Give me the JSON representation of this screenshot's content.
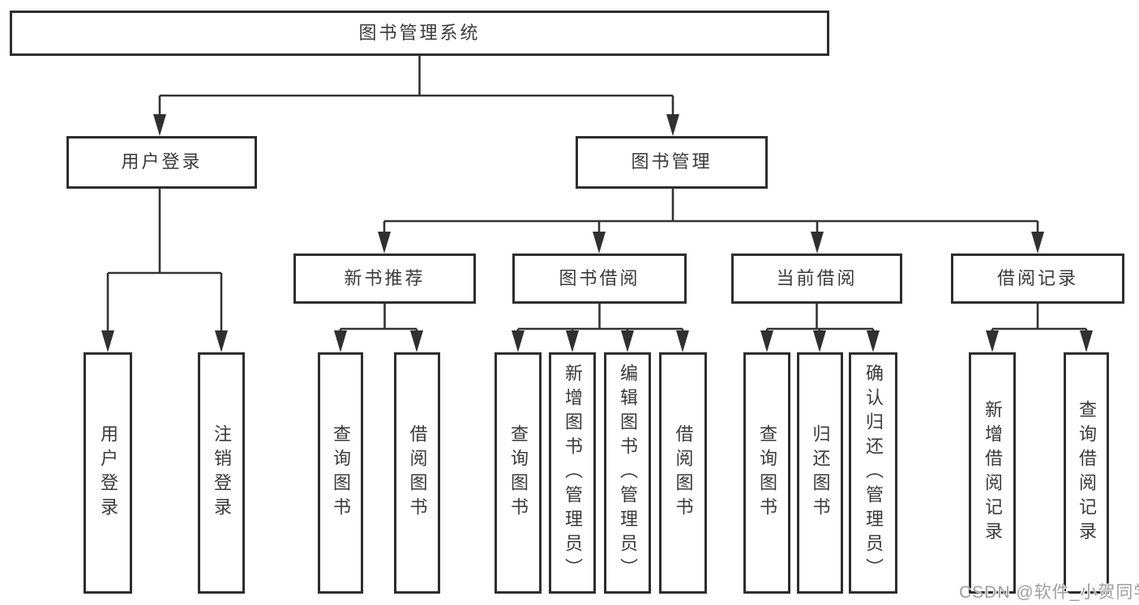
{
  "tree": {
    "root": {
      "label": "图书管理系统"
    },
    "branches": [
      {
        "label": "用户登录",
        "leaves": [
          "用户登录",
          "注销登录"
        ]
      },
      {
        "label": "图书管理",
        "children": [
          {
            "label": "新书推荐",
            "leaves": [
              "查询图书",
              "借阅图书"
            ]
          },
          {
            "label": "图书借阅",
            "leaves": [
              "查询图书",
              "新增图书（管理员）",
              "编辑图书（管理员）",
              "借阅图书"
            ]
          },
          {
            "label": "当前借阅",
            "leaves": [
              "查询图书",
              "归还图书",
              "确认归还（管理员）"
            ]
          },
          {
            "label": "借阅记录",
            "leaves": [
              "新增借阅记录",
              "查询借阅记录"
            ]
          }
        ]
      }
    ]
  },
  "watermark": {
    "text": "CSDN @软件_小贺同学"
  },
  "colors": {
    "line": "#333333",
    "arrow": "#303030",
    "box_border": "#2e2e2e",
    "text": "#3a3a3a",
    "watermark_text": "#9e9e9e",
    "background": "#ffffff"
  }
}
